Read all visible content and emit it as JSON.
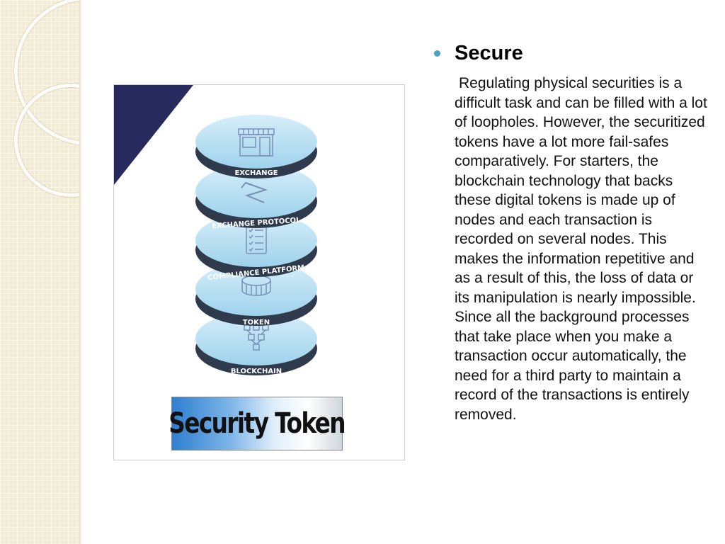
{
  "slide": {
    "heading": "Secure",
    "paragraph": "Regulating physical securities is a difficult task and can be filled with a lot of loopholes. However, the securitized tokens have a lot more fail-safes comparatively. For starters, the blockchain technology that backs these digital tokens is made up of nodes and each transaction is recorded on several nodes. This makes the information repetitive and as a result of this, the loss of data or its manipulation is nearly impossible. Since all the background processes that take place when you make a transaction occur automatically, the need for a third party to maintain a record of the transactions is entirely removed."
  },
  "figure": {
    "layers": [
      {
        "label": "EXCHANGE",
        "icon": "storefront-icon"
      },
      {
        "label": "EXCHANGE PROTOCOL",
        "icon": "zigzag-arrows-icon"
      },
      {
        "label": "COMPLIANCE PLATFORM",
        "icon": "checklist-icon"
      },
      {
        "label": "TOKEN",
        "icon": "coin-icon"
      },
      {
        "label": "BLOCKCHAIN",
        "icon": "block-network-icon"
      }
    ],
    "banner": "Security Token"
  },
  "colors": {
    "disk_top": "#bfe3f5",
    "disk_side": "#2f3a4c",
    "corner_triangle": "#262a5c",
    "bullet": "#4aa3c2",
    "band": "#f3ead3"
  }
}
